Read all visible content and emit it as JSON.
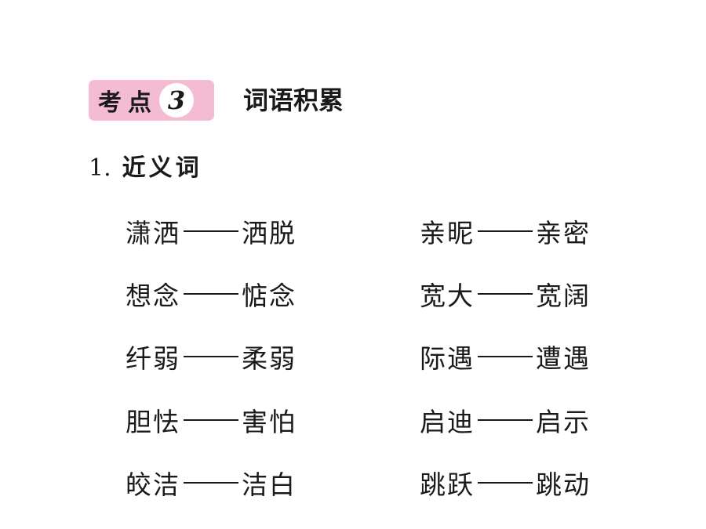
{
  "badge": {
    "label": "考点",
    "number": "3"
  },
  "section_title": "词语积累",
  "subhead": {
    "number": "1.",
    "text": "近义词"
  },
  "pairs_left": [
    {
      "a": "潇洒",
      "b": "洒脱"
    },
    {
      "a": "想念",
      "b": "惦念"
    },
    {
      "a": "纤弱",
      "b": "柔弱"
    },
    {
      "a": "胆怯",
      "b": "害怕"
    },
    {
      "a": "皎洁",
      "b": "洁白"
    }
  ],
  "pairs_right": [
    {
      "a": "亲昵",
      "b": "亲密"
    },
    {
      "a": "宽大",
      "b": "宽阔"
    },
    {
      "a": "际遇",
      "b": "遭遇"
    },
    {
      "a": "启迪",
      "b": "启示"
    },
    {
      "a": "跳跃",
      "b": "跳动"
    }
  ],
  "colors": {
    "badge_bg": "#f4bcd2",
    "text": "#1a1a1a"
  }
}
